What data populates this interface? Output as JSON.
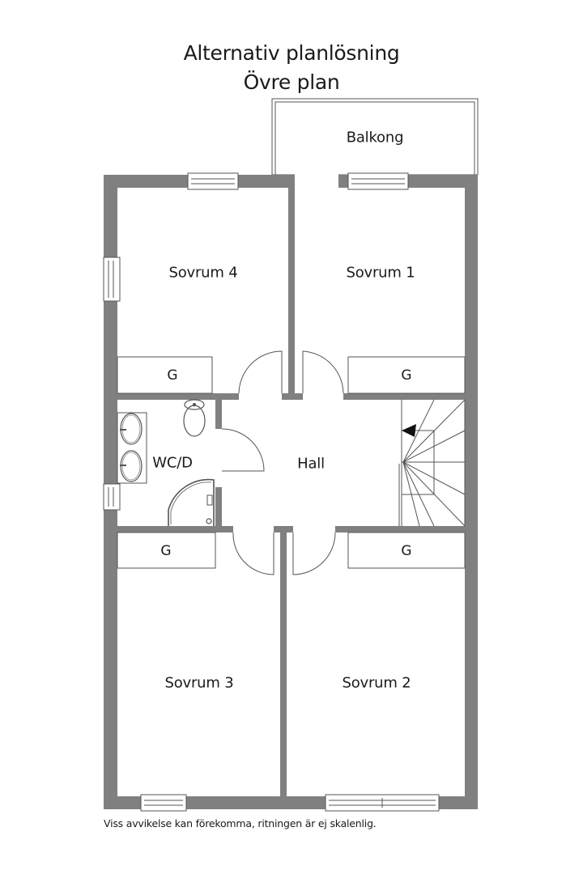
{
  "header": {
    "title_line1": "Alternativ planlösning",
    "title_line2": "Övre plan"
  },
  "rooms": {
    "balkong": "Balkong",
    "sovrum4": "Sovrum 4",
    "sovrum1": "Sovrum 1",
    "sovrum3": "Sovrum 3",
    "sovrum2": "Sovrum 2",
    "wc": "WC/D",
    "hall": "Hall"
  },
  "closets": {
    "g1": "G",
    "g2": "G",
    "g3": "G",
    "g4": "G"
  },
  "colors": {
    "wall": "#808080",
    "line": "#555555",
    "background": "#ffffff"
  },
  "footer": {
    "disclaimer": "Viss avvikelse kan förekomma, ritningen är ej skalenlig."
  }
}
